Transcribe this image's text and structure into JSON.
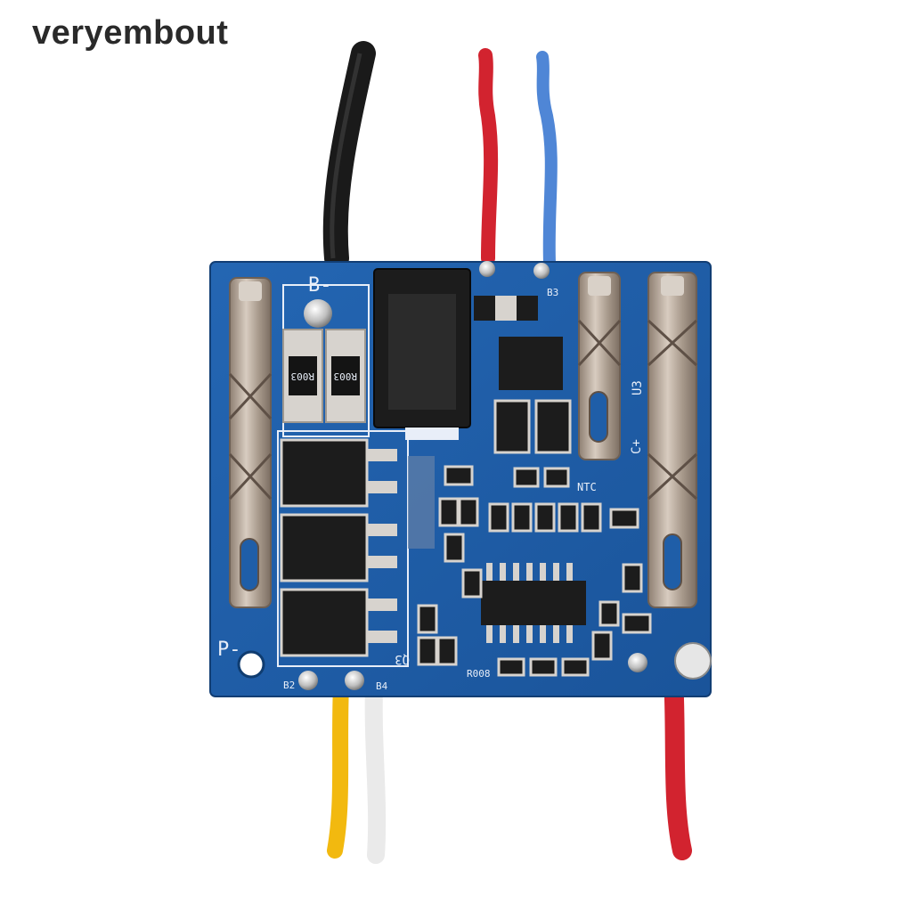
{
  "store": {
    "watermark": "veryembout"
  },
  "board": {
    "colors": {
      "pcb": "#1f5ea8",
      "pcb_dark": "#184c8c",
      "silkscreen": "#e8eef8",
      "metal": "#b8a89a",
      "chip": "#1c1c1c",
      "wire_black": "#1a1a1a",
      "wire_red": "#d2232f",
      "wire_blue": "#4f86d6",
      "wire_yellow": "#f2b90f",
      "wire_white": "#f4f4f4"
    },
    "silkscreen_labels": {
      "b_minus": "B-",
      "p_minus": "P-",
      "c_plus": "C+",
      "ntc": "NTC",
      "b2": "B2",
      "b3": "B3",
      "b4": "B4",
      "q3": "Q3",
      "u3": "U3",
      "r003_a": "R003",
      "r003_b": "R003",
      "r008": "R008"
    },
    "wires": [
      "black",
      "red",
      "blue",
      "yellow",
      "white",
      "red"
    ]
  }
}
